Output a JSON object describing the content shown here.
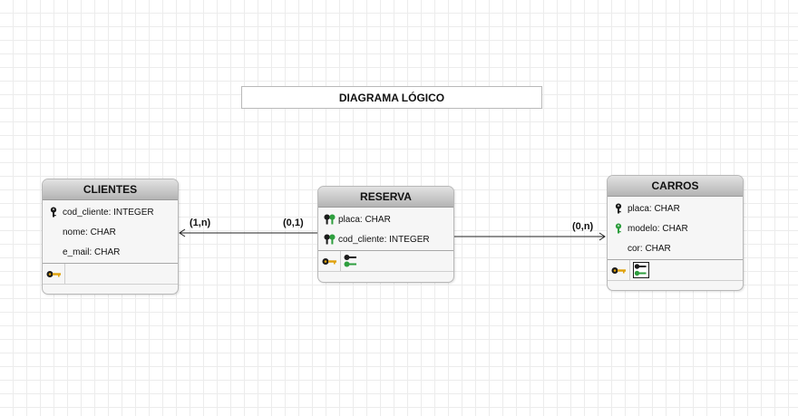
{
  "diagram_title": "DIAGRAMA LÓGICO",
  "entities": {
    "clientes": {
      "name": "CLIENTES",
      "attributes": [
        {
          "text": "cod_cliente: INTEGER",
          "key": "pk"
        },
        {
          "text": "nome: CHAR",
          "key": "none"
        },
        {
          "text": "e_mail: CHAR",
          "key": "none"
        }
      ]
    },
    "reserva": {
      "name": "RESERVA",
      "attributes": [
        {
          "text": "placa: CHAR",
          "key": "pk-fk"
        },
        {
          "text": "cod_cliente: INTEGER",
          "key": "pk-fk"
        }
      ]
    },
    "carros": {
      "name": "CARROS",
      "attributes": [
        {
          "text": "placa: CHAR",
          "key": "pk"
        },
        {
          "text": "modelo: CHAR",
          "key": "pk"
        },
        {
          "text": "cor: CHAR",
          "key": "none"
        }
      ]
    }
  },
  "relationships": {
    "reserva_clientes": {
      "near_clientes": "(1,n)",
      "near_reserva": "(0,1)"
    },
    "reserva_carros": {
      "near_carros": "(0,n)"
    }
  },
  "colors": {
    "primary_key": "#1b1b1b",
    "foreign_key": "#2e9e3e",
    "key_index": "#e0a10a"
  }
}
